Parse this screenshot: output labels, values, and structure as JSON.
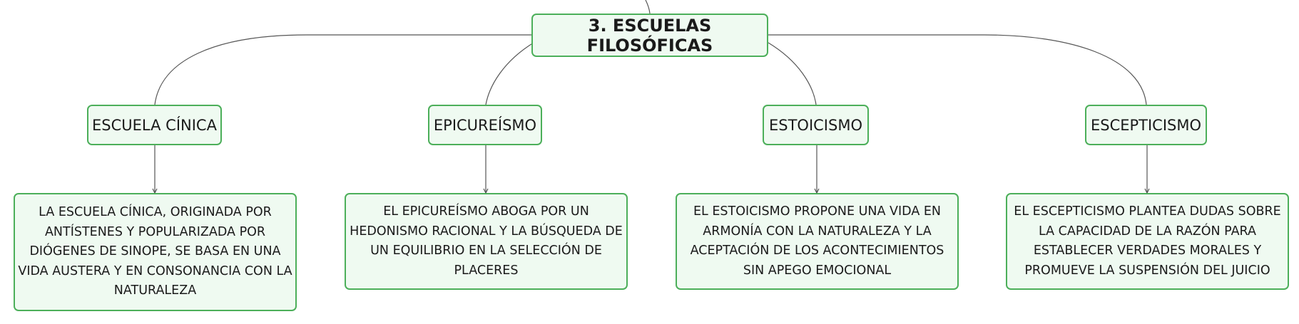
{
  "root": {
    "title": "3. ESCUELAS FILOSÓFICAS"
  },
  "schools": [
    {
      "label": "ESCUELA CÍNICA",
      "description": "LA ESCUELA CÍNICA, ORIGINADA POR ANTÍSTENES Y POPULARIZADA POR DIÓGENES DE SINOPE, SE BASA EN UNA VIDA AUSTERA Y EN CONSONANCIA CON LA NATURALEZA"
    },
    {
      "label": "EPICUREÍSMO",
      "description": "EL EPICUREÍSMO ABOGA POR UN HEDONISMO RACIONAL Y LA BÚSQUEDA DE UN EQUILIBRIO EN LA SELECCIÓN DE PLACERES"
    },
    {
      "label": "ESTOICISMO",
      "description": "EL ESTOICISMO PROPONE UNA VIDA EN ARMONÍA CON LA NATURALEZA Y LA ACEPTACIÓN DE LOS ACONTECIMIENTOS SIN APEGO EMOCIONAL"
    },
    {
      "label": "ESCEPTICISMO",
      "description": "EL ESCEPTICISMO PLANTEA DUDAS SOBRE LA CAPACIDAD DE LA RAZÓN PARA ESTABLECER VERDADES MORALES Y PROMUEVE LA SUSPENSIÓN DEL JUICIO"
    }
  ],
  "colors": {
    "node_border": "#4caf5a",
    "node_fill": "#effaf1",
    "connector": "#555555"
  }
}
